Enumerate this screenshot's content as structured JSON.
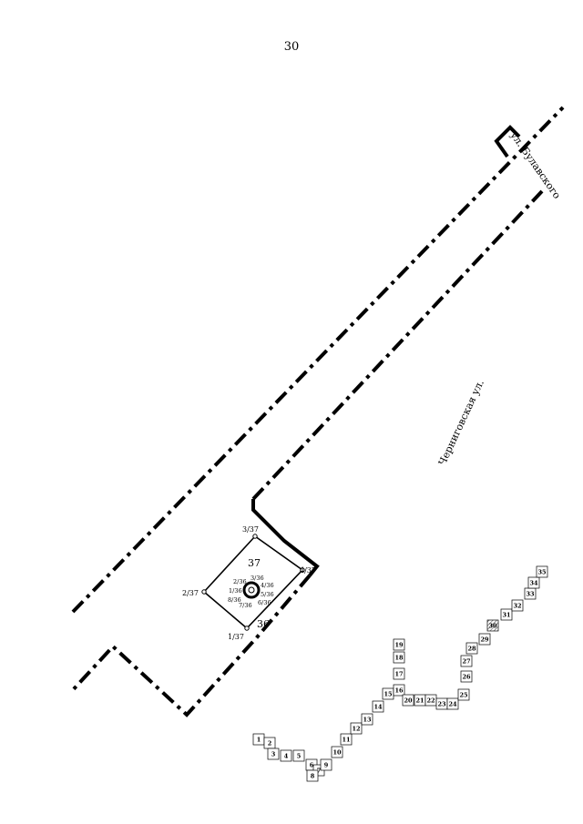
{
  "page": {
    "number": "30"
  },
  "streets": {
    "bulavsky": "ул. Булавского",
    "chernigovskaya": "Черниговская ул."
  },
  "plot": {
    "number": "37",
    "small_number": "36",
    "points": [
      "3/37",
      "4/37",
      "2/37",
      "1/37"
    ],
    "inner_points": [
      "2/36",
      "3/36",
      "1/36",
      "4/36",
      "5/36",
      "8/36",
      "7/36",
      "6/36"
    ]
  },
  "trench_cells": [
    "1",
    "2",
    "3",
    "4",
    "5",
    "6",
    "7",
    "8",
    "9",
    "10",
    "11",
    "12",
    "13",
    "14",
    "15",
    "16",
    "17",
    "18",
    "19",
    "20",
    "21",
    "22",
    "23",
    "24",
    "25",
    "26",
    "27",
    "28",
    "29",
    "30",
    "31",
    "32",
    "33",
    "34",
    "35"
  ],
  "colors": {
    "ink": "#000000",
    "hatch": "#555555",
    "paper": "#ffffff"
  }
}
